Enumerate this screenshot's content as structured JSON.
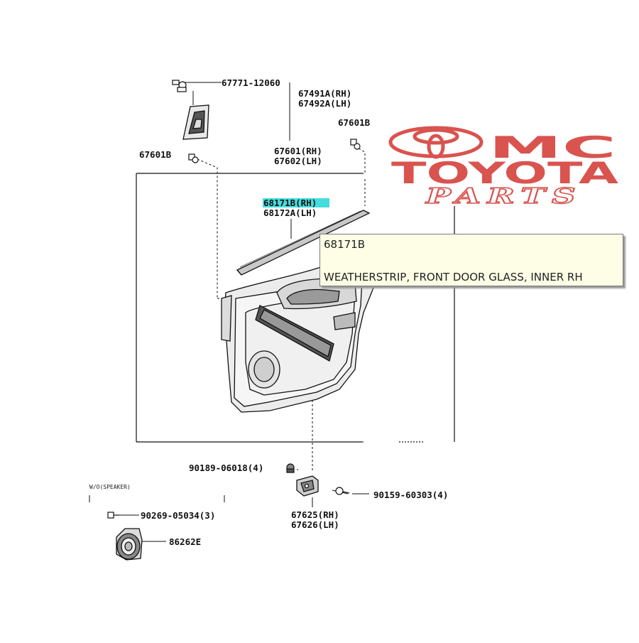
{
  "parts": {
    "clip_top": "67771-12060",
    "corner_cover_rh": "67491A(RH)",
    "corner_cover_lh": "67492A(LH)",
    "clip_right": "67601B",
    "clip_left": "67601B",
    "panel_rh": "67601(RH)",
    "panel_lh": "67602(LH)",
    "weatherstrip_rh": "68171B(RH)",
    "weatherstrip_lh": "68172A(LH)",
    "bolt_a": "90189-06018(4)",
    "bolt_b": "90159-60303(4)",
    "handle_rh": "67625(RH)",
    "handle_lh": "67626(LH)",
    "screw": "90269-05034(3)",
    "speaker": "86262E",
    "speaker_note": "W/O(SPEAKER)"
  },
  "logo": {
    "line1": "MC",
    "line2": "TOYOTA",
    "line3": "PARTS",
    "color": "#d9534f"
  },
  "tooltip": {
    "code": "68171B",
    "description": "WEATHERSTRIP, FRONT DOOR GLASS, INNER RH"
  },
  "colors": {
    "highlight": "#44dddd",
    "line": "#111111"
  }
}
